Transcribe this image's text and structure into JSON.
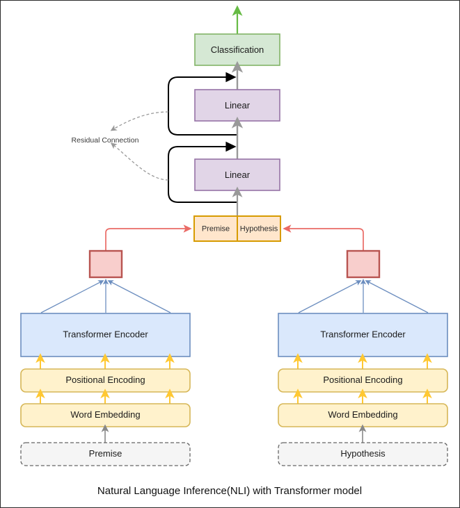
{
  "figure": {
    "caption": "Natural Language Inference(NLI) with Transformer model",
    "background_color": "#ffffff",
    "frame_color": "#2b2b2b"
  },
  "nodes": {
    "classification": {
      "label": "Classification",
      "fill": "#d5e8d4",
      "stroke": "#82b366"
    },
    "linear_top": {
      "label": "Linear",
      "fill": "#e1d5e7",
      "stroke": "#9673a6"
    },
    "linear_bottom": {
      "label": "Linear",
      "fill": "#e1d5e7",
      "stroke": "#9673a6"
    },
    "concat_premise": {
      "label": "Premise",
      "fill": "#ffe6cc",
      "stroke": "#d79b00"
    },
    "concat_hypothesis": {
      "label": "Hypothesis",
      "fill": "#ffe6cc",
      "stroke": "#d79b00"
    },
    "pool_left": {
      "label": "",
      "fill": "#f8cecc",
      "stroke": "#b85450"
    },
    "pool_right": {
      "label": "",
      "fill": "#f8cecc",
      "stroke": "#b85450"
    },
    "encoder_left": {
      "label": "Transformer Encoder",
      "fill": "#dae8fc",
      "stroke": "#6c8ebf"
    },
    "encoder_right": {
      "label": "Transformer Encoder",
      "fill": "#dae8fc",
      "stroke": "#6c8ebf"
    },
    "posenc_left": {
      "label": "Positional Encoding",
      "fill": "#fff2cc",
      "stroke": "#d6b656"
    },
    "posenc_right": {
      "label": "Positional Encoding",
      "fill": "#fff2cc",
      "stroke": "#d6b656"
    },
    "wordemb_left": {
      "label": "Word Embedding",
      "fill": "#fff2cc",
      "stroke": "#d6b656"
    },
    "wordemb_right": {
      "label": "Word Embedding",
      "fill": "#fff2cc",
      "stroke": "#d6b656"
    },
    "input_left": {
      "label": "Premise",
      "fill": "#f5f5f5",
      "stroke": "#666666"
    },
    "input_right": {
      "label": "Hypothesis",
      "fill": "#f5f5f5",
      "stroke": "#666666"
    }
  },
  "annotations": {
    "residual_connection": {
      "label": "Residual Connection",
      "color": "#999999"
    }
  },
  "edge_colors": {
    "output_arrow": "#66bb44",
    "main_flow": "#999999",
    "residual_arc": "#000000",
    "residual_pointer": "#999999",
    "concat_feed": "#ea6b66",
    "encoder_to_pool": "#6c8ebf",
    "embedding_flow": "#ffc832",
    "input_flow": "#888888"
  }
}
